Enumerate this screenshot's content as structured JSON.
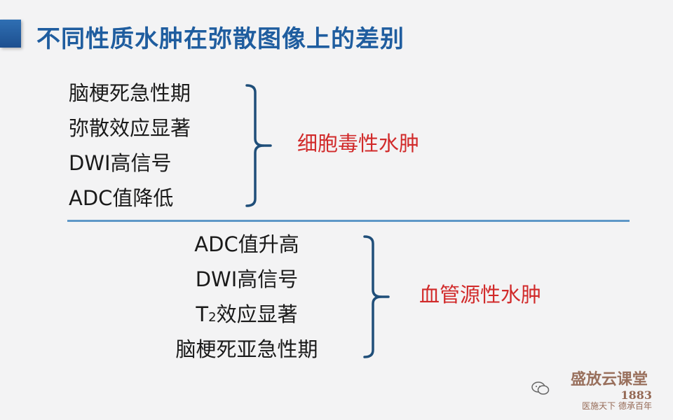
{
  "title": "不同性质水肿在弥散图像上的差别",
  "cytotoxic": {
    "items": [
      "脑梗死急性期",
      "弥散效应显著",
      "DWI高信号",
      "ADC值降低"
    ],
    "label": "细胞毒性水肿"
  },
  "vasogenic": {
    "items": [
      "ADC值升高",
      "DWI高信号",
      "效应显著",
      "脑梗死亚急性期"
    ],
    "t2_prefix": "T",
    "t2_sub": "2",
    "label": "血管源性水肿"
  },
  "watermark": {
    "channel": "盛放云课堂",
    "year": "1883",
    "motto": "医施天下  德承百年"
  },
  "colors": {
    "title": "#1f5d9f",
    "accent": "#2f6fb3",
    "divider": "#5e97c7",
    "label_red": "#d12a2a",
    "bracket": "#1f4e79"
  }
}
